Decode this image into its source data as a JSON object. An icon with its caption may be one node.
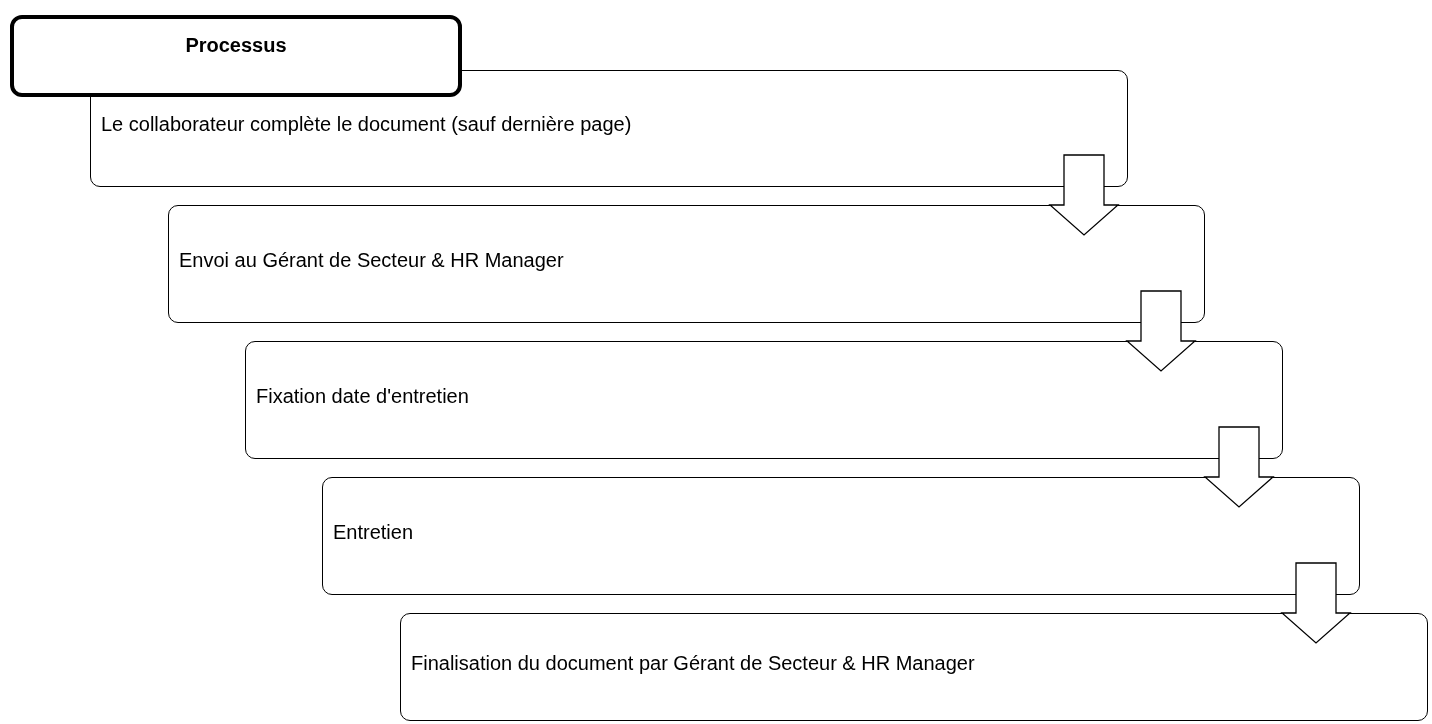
{
  "diagram": {
    "nodes": [
      {
        "text": [
          "Processus"
        ]
      },
      {
        "text": [
          "Le collaborateur complète le document (sauf dernière page)"
        ]
      },
      {
        "text": [
          "Envoi au Gérant de Secteur & HR Manager"
        ]
      },
      {
        "text": [
          "Fixation date d'entretien"
        ]
      },
      {
        "text": [
          "Entretien"
        ]
      },
      {
        "text": [
          "Finalisation du document par Gérant de Secteur & HR Manager"
        ]
      }
    ],
    "edges": [
      {
        "from": 1,
        "to": 2,
        "arrow": "to"
      },
      {
        "from": 2,
        "to": 3,
        "arrow": "to"
      },
      {
        "from": 3,
        "to": 4,
        "arrow": "to"
      },
      {
        "from": 4,
        "to": 5,
        "arrow": "to"
      }
    ]
  }
}
